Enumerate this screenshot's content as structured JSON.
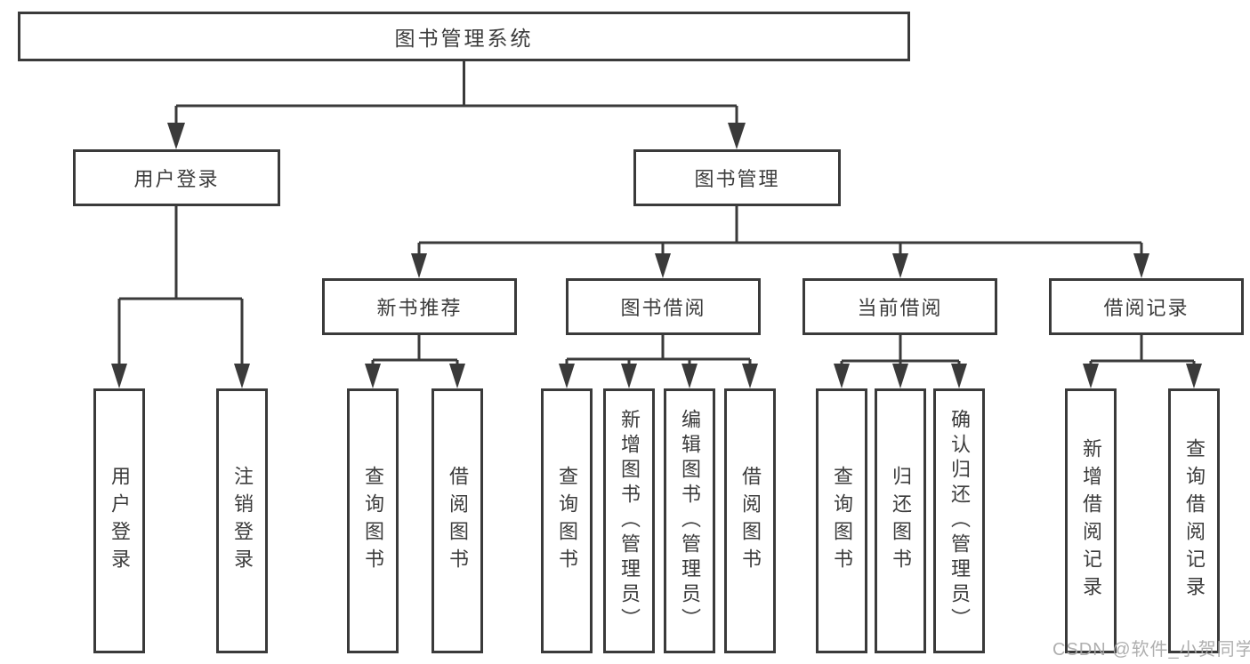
{
  "tree": {
    "root": {
      "label": "图书管理系统"
    },
    "branches": [
      {
        "label": "用户登录",
        "children": [
          {
            "label": "用户登录"
          },
          {
            "label": "注销登录"
          }
        ]
      },
      {
        "label": "图书管理",
        "children": [
          {
            "label": "新书推荐",
            "children": [
              {
                "label": "查询图书"
              },
              {
                "label": "借阅图书"
              }
            ]
          },
          {
            "label": "图书借阅",
            "children": [
              {
                "label": "查询图书"
              },
              {
                "label": "新增图书（管理员）"
              },
              {
                "label": "编辑图书（管理员）"
              },
              {
                "label": "借阅图书"
              }
            ]
          },
          {
            "label": "当前借阅",
            "children": [
              {
                "label": "查询图书"
              },
              {
                "label": "归还图书"
              },
              {
                "label": "确认归还（管理员）"
              }
            ]
          },
          {
            "label": "借阅记录",
            "children": [
              {
                "label": "新增借阅记录"
              },
              {
                "label": "查询借阅记录"
              }
            ]
          }
        ]
      }
    ]
  },
  "watermark": {
    "text": "CSDN @软件_小贺同学"
  },
  "colors": {
    "line": "#3a3a3a",
    "text": "#3c3c3c",
    "watermark": "#a8a8a8",
    "background": "#ffffff"
  }
}
